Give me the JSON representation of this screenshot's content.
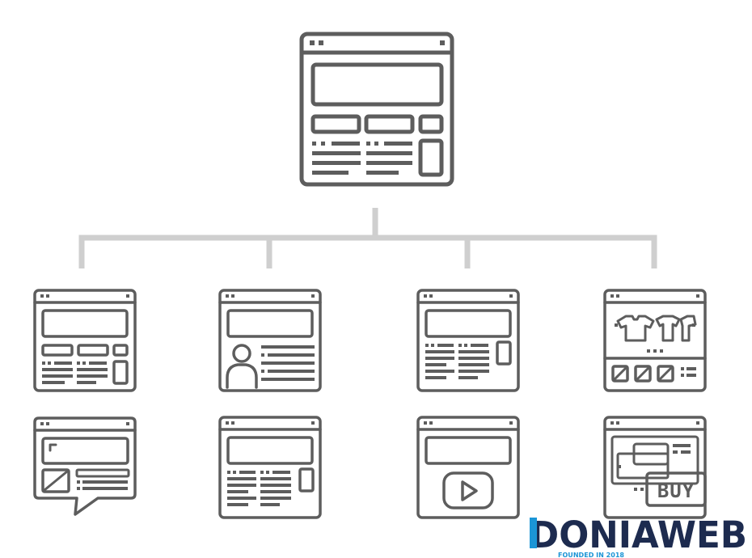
{
  "diagram": {
    "root": {
      "icon": "website-homepage-wireframe-icon"
    },
    "children": [
      {
        "icon": "page-layout-wireframe-icon"
      },
      {
        "icon": "profile-page-wireframe-icon"
      },
      {
        "icon": "blog-page-wireframe-icon"
      },
      {
        "icon": "shop-catalog-wireframe-icon"
      },
      {
        "icon": "chat-page-wireframe-icon"
      },
      {
        "icon": "article-page-wireframe-icon"
      },
      {
        "icon": "video-page-wireframe-icon"
      },
      {
        "icon": "buy-page-wireframe-icon"
      }
    ],
    "buy_label": "BUY"
  },
  "logo": {
    "name": "DONIAWEB",
    "tagline": "FOUNDED IN 2018"
  },
  "colors": {
    "icon_stroke": "#5d5d5d",
    "connector": "#cfcfcf",
    "logo_dark": "#1d2b4f",
    "logo_blue": "#1b95d6"
  }
}
